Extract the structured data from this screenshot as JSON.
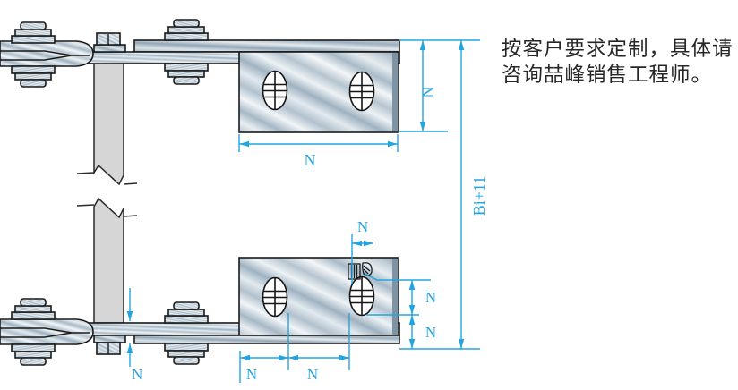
{
  "note": {
    "line1": "按客户要求定制，具体请",
    "line2": "咨询喆峰销售工程师。"
  },
  "dims": {
    "top_plate_height": "N",
    "top_plate_width": "N",
    "overall_height": "Bi+11",
    "slot_width": "N",
    "right_upper_spacing": "N",
    "right_lower_spacing": "N",
    "plate_thickness": "N",
    "bottom_left_spacing": "N",
    "bottom_hole_pitch": "N"
  },
  "colors": {
    "dimension": "#22a5e2",
    "outline": "#1a1a1a",
    "note_text": "#262626"
  }
}
